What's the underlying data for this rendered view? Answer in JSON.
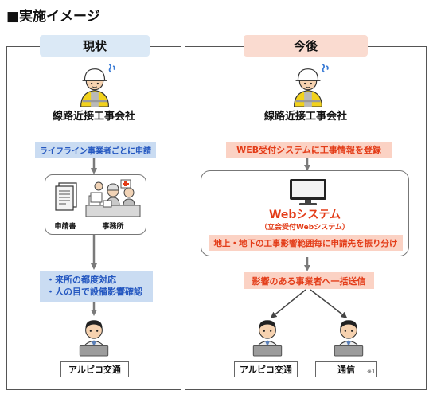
{
  "title": "■実施イメージ",
  "current": {
    "header": "現状",
    "company": "線路近接工事会社",
    "step1": "ライフライン事業者ごとに申請",
    "doc_label": "申請書",
    "office_label": "事務所",
    "notes": [
      "・来所の都度対応",
      "・人の目で設備影響確認"
    ],
    "recipient": "アルピコ交通"
  },
  "future": {
    "header": "今後",
    "company": "線路近接工事会社",
    "step1": "WEB受付システムに工事情報を登録",
    "system_name": "Webシステム",
    "system_sub": "（立会受付Webシステム）",
    "step2": "地上・地下の工事影響範囲毎に申請先を振り分け",
    "step3": "影響のある事業者へ一括送信",
    "recipients": [
      "アルピコ交通",
      "通信"
    ],
    "footnote": "※1"
  },
  "icons": {
    "worker": "construction-worker-icon",
    "person": "office-worker-laptop-icon",
    "document": "application-document-icon",
    "office": "office-staff-icon",
    "monitor": "computer-monitor-icon"
  },
  "colors": {
    "current_header": "#dbe9f6",
    "future_header": "#fadbd0",
    "blue_fill": "#cadcf2",
    "blue_text": "#2457c0",
    "pink_fill": "#fbd2c4",
    "red_text": "#e33c18"
  }
}
